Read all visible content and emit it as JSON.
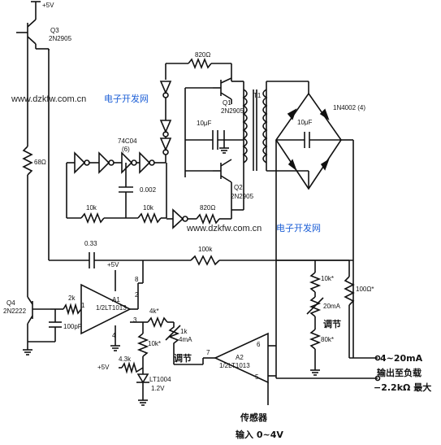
{
  "watermark_top": {
    "url": "www.dzkfw.com.cn",
    "text": "电子开发网"
  },
  "watermark_mid": {
    "url": "www.dzkfw.com.cn",
    "text": "电子开发网"
  },
  "labels": {
    "vplus_top": "+5V",
    "q3": "Q3",
    "q3_part": "2N2905",
    "r_820_top": "820Ω",
    "q1": "Q1",
    "q1_part": "2N2905",
    "t1": "T1",
    "diode": "1N4002 (4)",
    "cap_10uf": "10μF",
    "cap_10uf_b": "10μF",
    "ic_74c04": "74C04",
    "ic_6": "(6)",
    "cap_0002": "0.002",
    "r_68": "68Ω",
    "r_10k_a": "10k",
    "r_10k_b": "10k",
    "r_820_bot": "820Ω",
    "q2": "Q2",
    "q2_part": "2N2905",
    "cap_033": "0.33",
    "r_100k": "100k",
    "vplus_a1": "+5V",
    "a1": "A1",
    "a1_part": "1/2LT1013",
    "r_2k": "2k",
    "q4": "Q4",
    "q4_part": "2N2222",
    "cap_100pf": "100pF",
    "pin1": "1",
    "pin2": "2",
    "pin3": "3",
    "pin4": "4",
    "pin8": "8",
    "r_4k": "4k*",
    "r_1k": "1k",
    "ma4": "4mA",
    "adj1": "调节",
    "r_10k_c": "10k*",
    "r_4_3k": "4.3k",
    "vplus_lt": "+5V",
    "lt1004": "LT1004",
    "lt_v": "1.2V",
    "a2": "A2",
    "a2_part": "1/2LT1013",
    "pin5": "5",
    "pin6": "6",
    "pin7": "7",
    "r_10k_d": "10k*",
    "ma20": "20mA",
    "adj2": "调节",
    "r_80k": "80k*",
    "r_100": "100Ω*",
    "out1": "4~20mA",
    "out2": "输出至负载",
    "out3": "−2.2kΩ 最大",
    "sensor1": "传感器",
    "sensor2": "输入 0~4V"
  }
}
